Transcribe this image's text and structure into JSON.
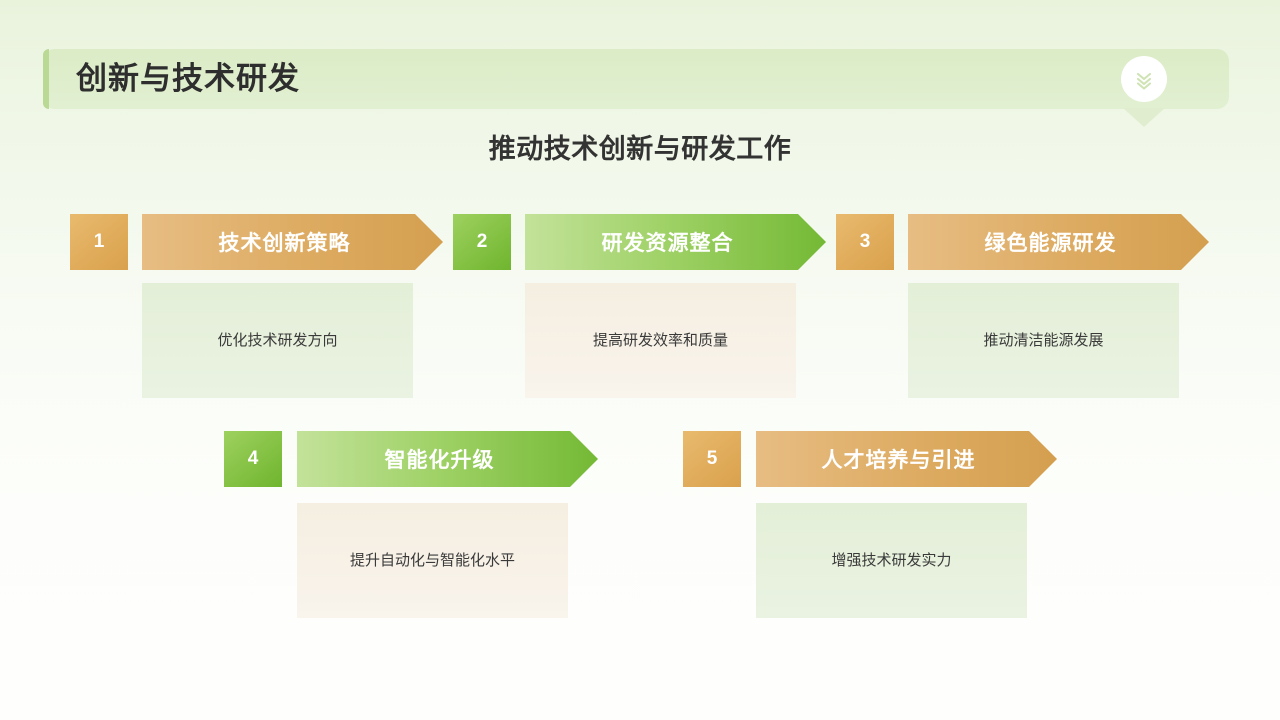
{
  "slide": {
    "header": {
      "title": "创新与技术研发",
      "icon": "double-chevron-down-icon"
    },
    "subtitle": "推动技术创新与研发工作",
    "colors": {
      "background_top": "#e9f3dc",
      "background_bottom": "#fefefd",
      "header_bar": "#dfeecd",
      "orange": "#d9a14c",
      "green": "#74b935",
      "desc_green": "#e7f1dd",
      "desc_cream": "#f7f1e7",
      "title_text": "#2e2e2e"
    },
    "steps": [
      {
        "number": "1",
        "title": "技术创新策略",
        "description": "优化技术研发方向",
        "theme": "orange",
        "desc_theme": "green"
      },
      {
        "number": "2",
        "title": "研发资源整合",
        "description": "提高研发效率和质量",
        "theme": "green",
        "desc_theme": "cream"
      },
      {
        "number": "3",
        "title": "绿色能源研发",
        "description": "推动清洁能源发展",
        "theme": "orange",
        "desc_theme": "green"
      },
      {
        "number": "4",
        "title": "智能化升级",
        "description": "提升自动化与智能化水平",
        "theme": "green",
        "desc_theme": "cream"
      },
      {
        "number": "5",
        "title": "人才培养与引进",
        "description": "增强技术研发实力",
        "theme": "orange",
        "desc_theme": "green"
      }
    ]
  }
}
